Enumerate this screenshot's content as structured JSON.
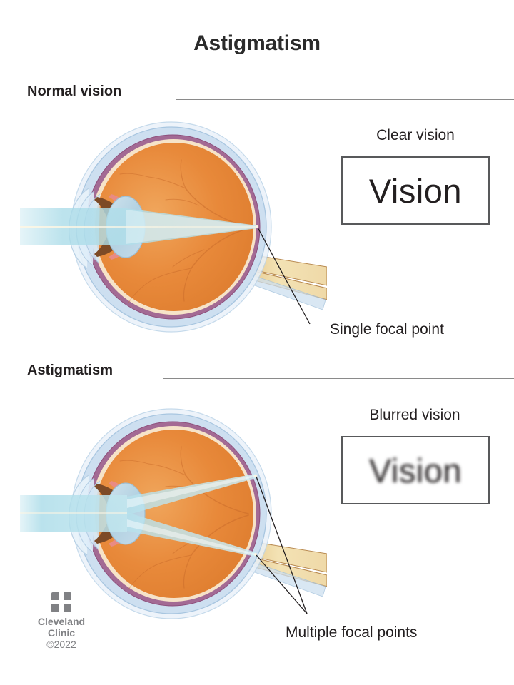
{
  "title": "Astigmatism",
  "sections": [
    {
      "id": "normal",
      "label": "Normal vision"
    },
    {
      "id": "astigmatism",
      "label": "Astigmatism"
    }
  ],
  "panels": [
    {
      "id": "normal",
      "vision_caption": "Clear vision",
      "vision_word": "Vision",
      "focal_label": "Single focal point",
      "blurred": false
    },
    {
      "id": "astigmatism",
      "vision_caption": "Blurred vision",
      "vision_word": "Vision",
      "focal_label": "Multiple focal points",
      "blurred": true
    }
  ],
  "logo": {
    "line1": "Cleveland",
    "line2": "Clinic",
    "copyright": "©2022",
    "mark": "cleveland-clinic-squares"
  },
  "colors": {
    "title_text": "#2b2b2b",
    "body_text": "#231f20",
    "rule": "#8a8a8a",
    "box_border": "#58595b",
    "logo_gray": "#808184",
    "light_beam": "#a9dbe8",
    "sclera": "#cddff0",
    "choroid": "#a0608c",
    "retina": "#f6e3c8",
    "vitreous": "#e8893a",
    "lens": "#b9d4e3",
    "iris": "#7d4a26",
    "ciliary": "#e98b87",
    "optic_nerve": "#efd9a8",
    "leader_line": "#231f20"
  },
  "diagram": {
    "type": "anatomical-cross-section",
    "subject": "human eye refraction comparison",
    "normal": {
      "rays": 1,
      "focus": "single point on retina"
    },
    "astigmatism": {
      "rays": 2,
      "focus": "two separate points on retina"
    }
  }
}
